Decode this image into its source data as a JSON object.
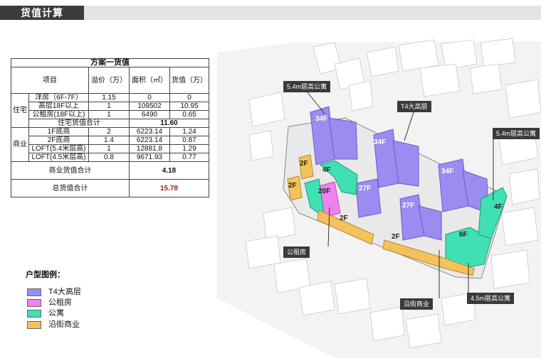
{
  "header": {
    "title": "货值计算"
  },
  "table": {
    "title": "方案一货值",
    "columns": [
      "项目",
      "溢价（万）",
      "面积（㎡）",
      "货值（万）"
    ],
    "residential": {
      "category": "住宅",
      "rows": [
        [
          "洋房（6F-7F）",
          "1.15",
          "0",
          "0"
        ],
        [
          "高层18F以上",
          "1",
          "109502",
          "10.95"
        ],
        [
          "公租房(18F以上)",
          "1",
          "6490",
          "0.65"
        ]
      ],
      "subtotal_label": "住宅货值合计",
      "subtotal_value": "11.60"
    },
    "commercial": {
      "category": "商业",
      "rows": [
        [
          "1F底商",
          "2",
          "6223.14",
          "1.24"
        ],
        [
          "2F底商",
          "1.4",
          "6223.14",
          "0.87"
        ],
        [
          "LOFT(5.4米层高)",
          "1",
          "12881.8",
          "1.29"
        ],
        [
          "LOFT(4.5米层高)",
          "0.8",
          "9671.93",
          "0.77"
        ]
      ],
      "subtotal_label": "商业货值合计",
      "subtotal_value": "4.18"
    },
    "total_label": "总货值合计",
    "total_value": "15.78"
  },
  "legend": {
    "title": "户型图例：",
    "items": [
      {
        "label": "T4大高层",
        "color": "#9b8cf2"
      },
      {
        "label": "公租房",
        "color": "#ef82ec"
      },
      {
        "label": "公寓",
        "color": "#3ee0b4"
      },
      {
        "label": "沿街商业",
        "color": "#f4c25c"
      }
    ]
  },
  "map": {
    "callouts": {
      "c1": "5.4m层高公寓",
      "c2": "T4大高层",
      "c3": "5.4m层高公寓",
      "c4": "公租房",
      "c5": "沿街商业",
      "c6": "4.5m层高公寓"
    },
    "floor_labels": {
      "f1": "34F",
      "f2": "34F",
      "f3": "34F",
      "f4": "27F",
      "f5": "27F",
      "f6": "20F",
      "f7": "4F",
      "f8": "4F",
      "f9": "6F",
      "f10": "2F",
      "f11": "2F",
      "f12": "2F",
      "f13": "2F"
    }
  }
}
